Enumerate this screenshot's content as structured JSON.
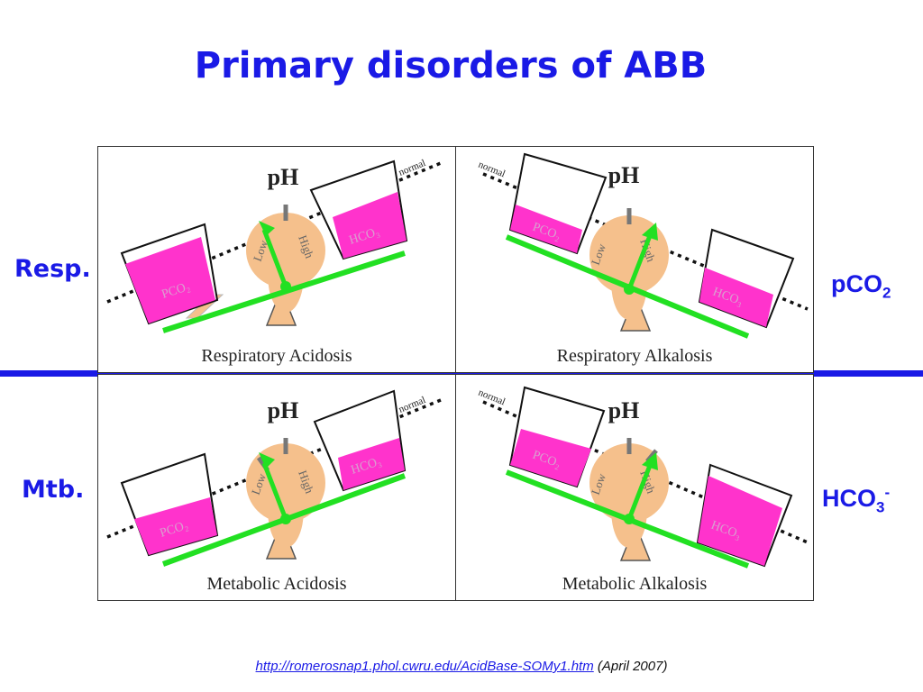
{
  "title": "Primary disorders of ABB",
  "row_labels": {
    "top": "Resp.",
    "bottom": "Mtb."
  },
  "side_labels": {
    "right_top": {
      "base": "pCO",
      "sub": "2"
    },
    "right_bottom": {
      "base": "HCO",
      "sub": "3",
      "sup": "-"
    }
  },
  "panel_text": {
    "ph": "pH",
    "normal": "normal",
    "low": "Low",
    "high": "High",
    "pco2": "PCO₂",
    "hco3": "HCO₃"
  },
  "panels": [
    {
      "id": "resp-acidosis",
      "caption": "Respiratory Acidosis"
    },
    {
      "id": "resp-alkalosis",
      "caption": "Respiratory Alkalosis"
    },
    {
      "id": "met-acidosis",
      "caption": "Metabolic Acidosis"
    },
    {
      "id": "met-alkalosis",
      "caption": "Metabolic Alkalosis"
    }
  ],
  "footer": {
    "link": "http://romerosnap1.phol.cwru.edu/AcidBase-SOMy1.htm",
    "note": "(April 2007)"
  },
  "colors": {
    "accent_blue": "#1a1ae6",
    "beam_green": "#22e022",
    "fluid_magenta": "#ff33cc",
    "base_peach": "#f5c08c"
  }
}
